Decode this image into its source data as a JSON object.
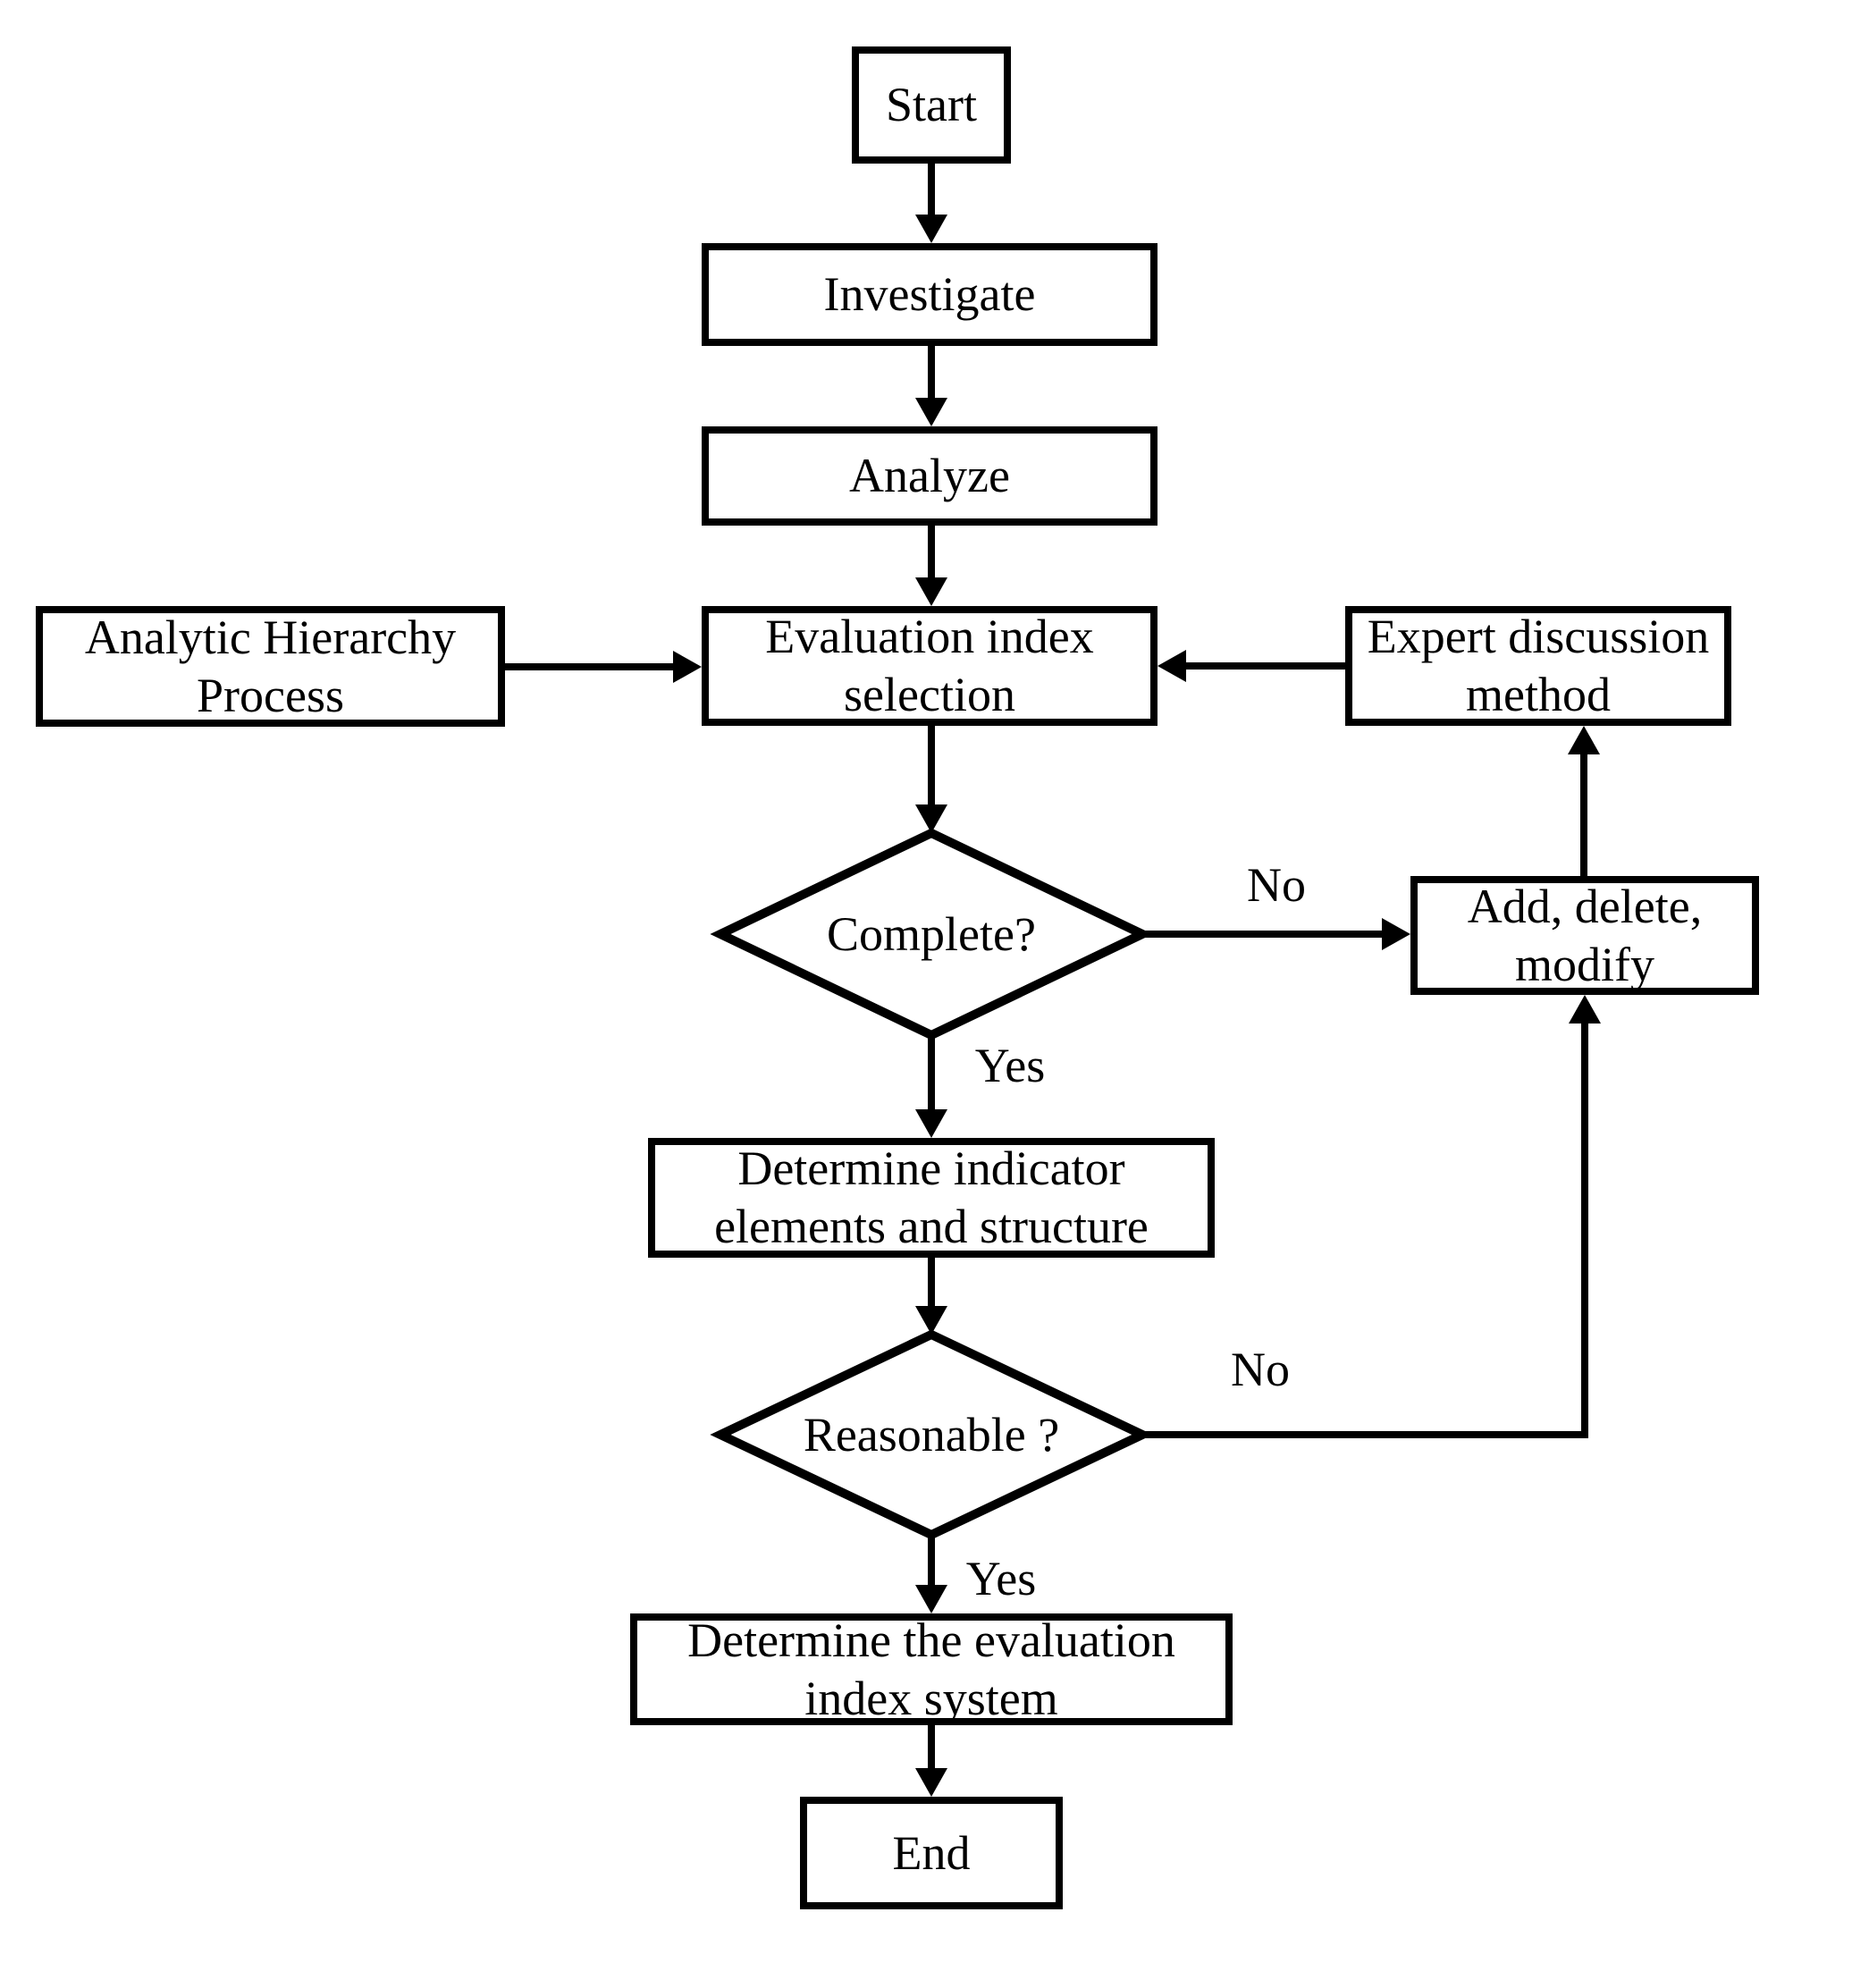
{
  "diagram": {
    "title": "Evaluation index system flowchart",
    "colors": {
      "background": "#ffffff",
      "stroke": "#000000",
      "text": "#000000"
    },
    "nodes": {
      "start": {
        "type": "rect",
        "label": [
          "Start"
        ]
      },
      "investigate": {
        "type": "rect",
        "label": [
          "Investigate"
        ]
      },
      "analyze": {
        "type": "rect",
        "label": [
          "Analyze"
        ]
      },
      "eval_index": {
        "type": "rect",
        "label": [
          "Evaluation index",
          "selection"
        ]
      },
      "ahp": {
        "type": "rect",
        "label": [
          "Analytic Hierarchy",
          "Process"
        ]
      },
      "expert": {
        "type": "rect",
        "label": [
          "Expert discussion",
          "method"
        ]
      },
      "complete": {
        "type": "diamond",
        "label": [
          "Complete?"
        ]
      },
      "add_delete": {
        "type": "rect",
        "label": [
          "Add, delete,",
          "modify"
        ]
      },
      "det_ind": {
        "type": "rect",
        "label": [
          "Determine indicator",
          "elements and structure"
        ]
      },
      "reasonable": {
        "type": "diamond",
        "label": [
          "Reasonable ?"
        ]
      },
      "det_sys": {
        "type": "rect",
        "label": [
          "Determine the evaluation",
          "index system"
        ]
      },
      "end": {
        "type": "rect",
        "label": [
          "End"
        ]
      }
    },
    "edge_labels": {
      "complete_no": "No",
      "complete_yes": "Yes",
      "reasonable_no": "No",
      "reasonable_yes": "Yes"
    }
  }
}
